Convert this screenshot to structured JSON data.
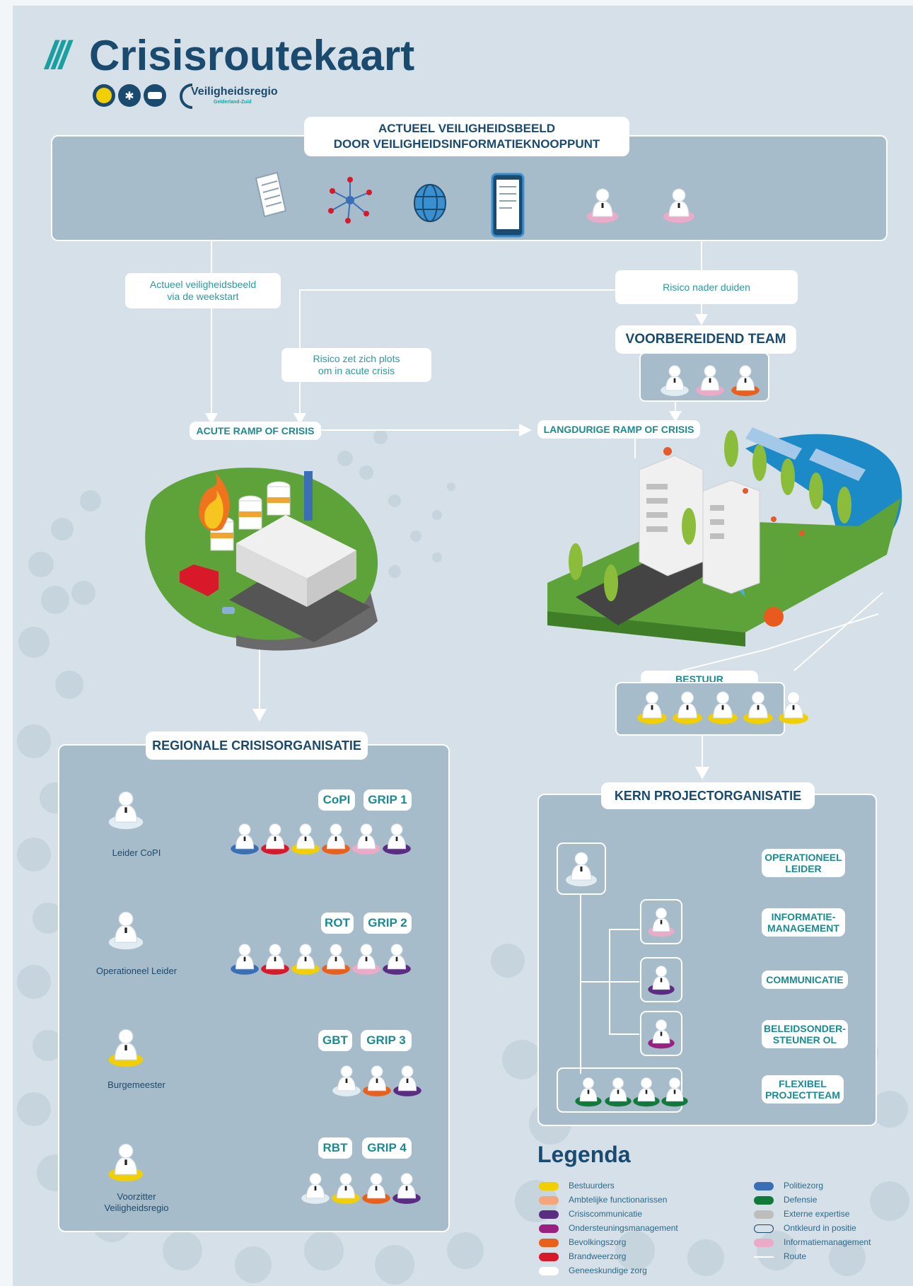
{
  "header": {
    "title": "Crisisroutekaart",
    "title_slashes": "///",
    "org_name": "Veiligheidsregio",
    "org_region": "Gelderland-Zuid"
  },
  "top_panel": {
    "title_line1": "ACTUEEL VEILIGHEIDSBEELD",
    "title_line2": "DOOR VEILIGHEIDSINFORMATIEKNOOPPUNT",
    "icons": [
      "newspaper-icon",
      "network-icon",
      "globe-icon",
      "tablet-icon",
      "analyst-figure-icon",
      "analyst-figure-icon"
    ]
  },
  "flow": {
    "weekstart_line1": "Actueel veiligheidsbeeld",
    "weekstart_line2": "via de weekstart",
    "risico_nader": "Risico nader duiden",
    "acute_line1": "Risico zet zich plots",
    "acute_line2": "om in acute crisis",
    "voorbereidend_team": "VOORBEREIDEND TEAM",
    "acute_ramp": "ACUTE RAMP OF CRISIS",
    "langdurige_ramp": "LANGDURIGE RAMP OF CRISIS",
    "bestuur": "BESTUUR (opdrachtgever)"
  },
  "regionale": {
    "title": "REGIONALE CRISISORGANISATIE",
    "rows": [
      {
        "caption": "Leider CoPI",
        "caption2": "",
        "tag1": "CoPI",
        "tag2": "GRIP 1"
      },
      {
        "caption": "Operationeel Leider",
        "caption2": "",
        "tag1": "ROT",
        "tag2": "GRIP 2"
      },
      {
        "caption": "Burgemeester",
        "caption2": "",
        "tag1": "GBT",
        "tag2": "GRIP 3"
      },
      {
        "caption": "Voorzitter",
        "caption2": "Veiligheidsregio",
        "tag1": "RBT",
        "tag2": "GRIP 4"
      }
    ]
  },
  "kern": {
    "title": "KERN PROJECTORGANISATIE",
    "roles": [
      {
        "line1": "OPERATIONEEL",
        "line2": "LEIDER"
      },
      {
        "line1": "INFORMATIE-",
        "line2": "MANAGEMENT"
      },
      {
        "line1": "COMMUNICATIE",
        "line2": ""
      },
      {
        "line1": "BELEIDSONDER-",
        "line2": "STEUNER OL"
      },
      {
        "line1": "FLEXIBEL",
        "line2": "PROJECTTEAM"
      }
    ]
  },
  "legend": {
    "title": "Legenda",
    "left": [
      {
        "label": "Bestuurders",
        "color": "#f2cf00"
      },
      {
        "label": "Ambtelijke functionarissen",
        "color": "#f4a57a"
      },
      {
        "label": "Crisiscommunicatie",
        "color": "#5a2d82"
      },
      {
        "label": "Ondersteuningsmanagement",
        "color": "#9b1f80"
      },
      {
        "label": "Bevolkingszorg",
        "color": "#e8601c"
      },
      {
        "label": "Brandweerzorg",
        "color": "#d7192a"
      },
      {
        "label": "Geneeskundige zorg",
        "color": "#ffffff"
      }
    ],
    "right": [
      {
        "label": "Politiezorg",
        "color": "#3a6fb5"
      },
      {
        "label": "Defensie",
        "color": "#0f7a3a"
      },
      {
        "label": "Externe expertise",
        "color": "#bdbdbd"
      },
      {
        "label": "Ontkleurd in positie",
        "color": "#d5e0e8"
      },
      {
        "label": "Informatiemanagement",
        "color": "#ebaac8"
      },
      {
        "label": "Route",
        "color": "#ffffff"
      }
    ]
  },
  "colors": {
    "navy": "#1a4a6e",
    "teal": "#1c8a92",
    "panel": "#a7bcca",
    "background": "#d5e0e8"
  }
}
